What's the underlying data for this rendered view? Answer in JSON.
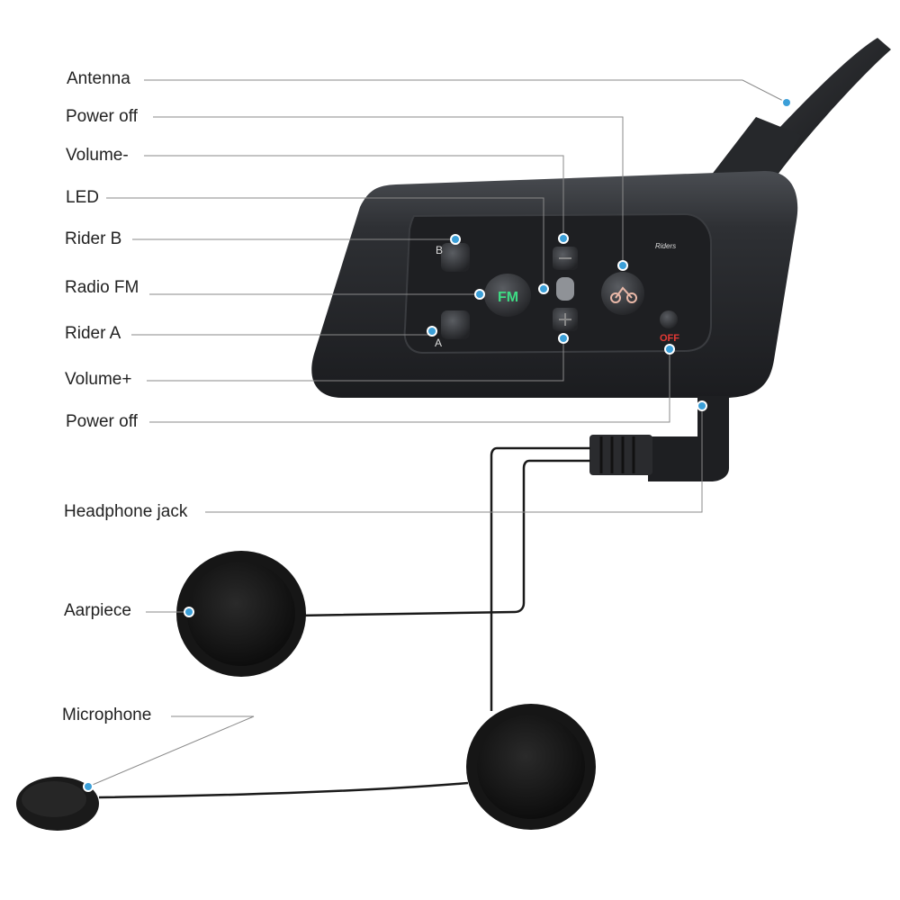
{
  "labels": {
    "antenna": "Antenna",
    "power_off_top": "Power off",
    "volume_minus": "Volume-",
    "led": "LED",
    "rider_b": "Rider B",
    "radio_fm": "Radio FM",
    "rider_a": "Rider A",
    "volume_plus": "Volume+",
    "power_off_bottom": "Power off",
    "headphone_jack": "Headphone jack",
    "earpiece": "Aarpiece",
    "microphone": "Microphone"
  },
  "device": {
    "button_b": "B",
    "button_a": "A",
    "fm_button": "FM",
    "off_text": "OFF",
    "brand_text": "Riders"
  },
  "colors": {
    "callout_dot": "#3b9fd8",
    "leader_line": "#8a8a8a",
    "device_body": "#2b2d30",
    "fm_text": "#3ddc84",
    "off_text": "#e53935"
  }
}
